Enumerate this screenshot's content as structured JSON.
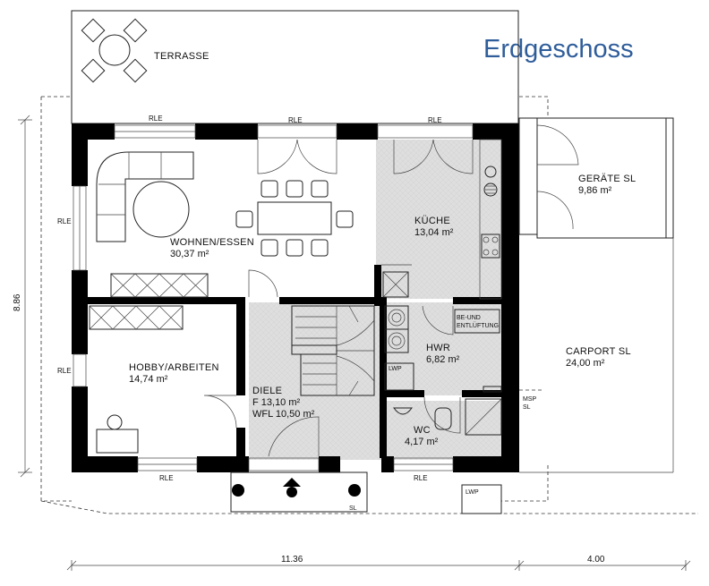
{
  "title": "Erdgeschoss",
  "rooms": {
    "terrasse": {
      "name": "TERRASSE"
    },
    "wohnen": {
      "name": "WOHNEN/ESSEN",
      "area": "30,37 m²"
    },
    "kueche": {
      "name": "KÜCHE",
      "area": "13,04 m²"
    },
    "hobby": {
      "name": "HOBBY/ARBEITEN",
      "area": "14,74 m²"
    },
    "diele": {
      "name": "DIELE",
      "area_f": "F 13,10 m²",
      "area_wfl": "WFL 10,50 m²"
    },
    "hwr": {
      "name": "HWR",
      "area": "6,82 m²"
    },
    "wc": {
      "name": "WC",
      "area": "4,17 m²"
    },
    "geraete": {
      "name": "GERÄTE SL",
      "area": "9,86 m²"
    },
    "carport": {
      "name": "CARPORT SL",
      "area": "24,00 m²"
    }
  },
  "labels": {
    "rle": "RLE",
    "lwp": "LWP",
    "be_und": "BE-UND",
    "entlueftung": "ENTLÜFTUNG",
    "msp": "MSP",
    "sl": "SL"
  },
  "dimensions": {
    "height": "8.86",
    "width_main": "11.36",
    "width_carport": "4.00"
  },
  "colors": {
    "title": "#2f5d9a",
    "wet_floor": "#dcdcdc",
    "wall": "#000000"
  }
}
